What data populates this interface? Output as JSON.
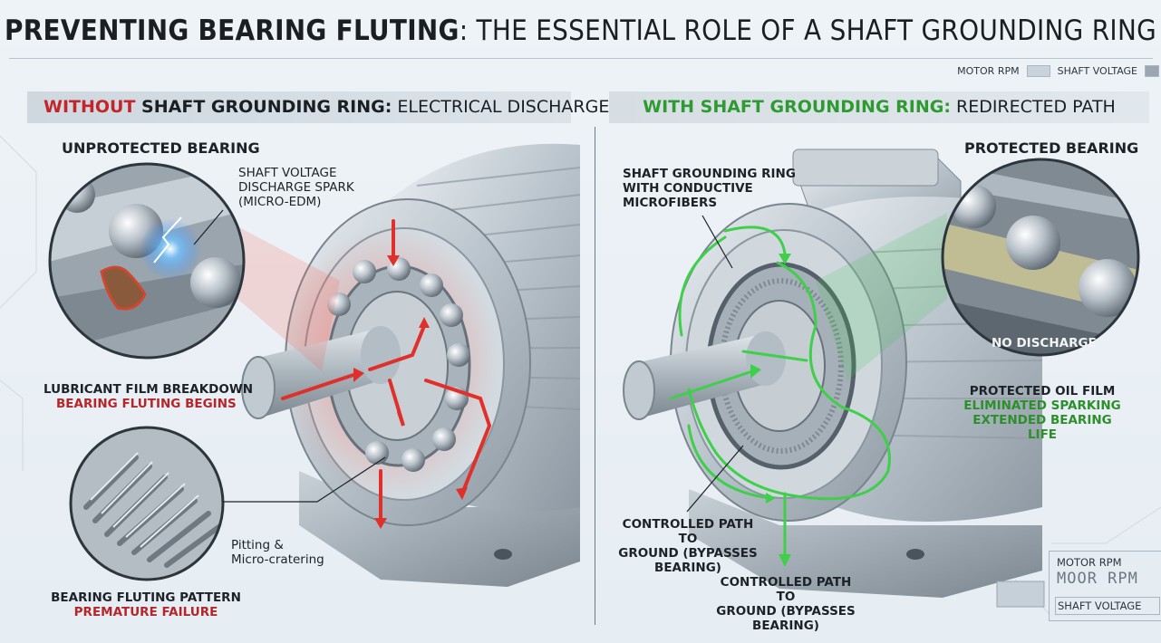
{
  "title": {
    "bold": "PREVENTING BEARING FLUTING",
    "rest": ": THE ESSENTIAL ROLE OF A SHAFT GROUNDING RING"
  },
  "hud_top": {
    "rpm": "MOTOR RPM",
    "voltage": "SHAFT VOLTAGE"
  },
  "left": {
    "bar_prefix": "WITHOUT",
    "bar_mid": " SHAFT GROUNDING RING:",
    "bar_rest": " ELECTRICAL DISCHARGE DAMAGE",
    "unprotected": "UNPROTECTED BEARING",
    "spark_1": "SHAFT VOLTAGE",
    "spark_2": "DISCHARGE SPARK",
    "spark_3": "(MICRO-EDM)",
    "lube_1": "LUBRICANT FILM BREAKDOWN",
    "lube_2": "BEARING FLUTING BEGINS",
    "pit_1": "Pitting &",
    "pit_2": "Micro-cratering",
    "flute_1": "BEARING FLUTING PATTERN",
    "flute_2": "PREMATURE FAILURE"
  },
  "right": {
    "bar_prefix": "WITH SHAFT GROUNDING RING:",
    "bar_rest": " REDIRECTED PATH",
    "protected": "PROTECTED BEARING",
    "sgr_1": "SHAFT GROUNDING RING",
    "sgr_2": "WITH CONDUCTIVE",
    "sgr_3": "MICROFIBERS",
    "no_discharge": "NO DISCHARGE",
    "oil_1": "PROTECTED OIL FILM",
    "oil_2": "ELIMINATED SPARKING",
    "oil_3": "EXTENDED BEARING LIFE",
    "path_a_1": "CONTROLLED PATH TO",
    "path_a_2": "GROUND (BYPASSES",
    "path_a_3": "BEARING)",
    "path_b_1": "CONTROLLED PATH TO",
    "path_b_2": "GROUND (BYPASSES",
    "path_b_3": "BEARING)"
  },
  "hud_box": {
    "rpm": "MOTOR RPM",
    "rpm_value": "MOOR RPM",
    "voltage": "SHAFT VOLTAGE"
  },
  "colors": {
    "red": "#c2262b",
    "green": "#2f9a32",
    "metal": "#b9c3cb"
  }
}
